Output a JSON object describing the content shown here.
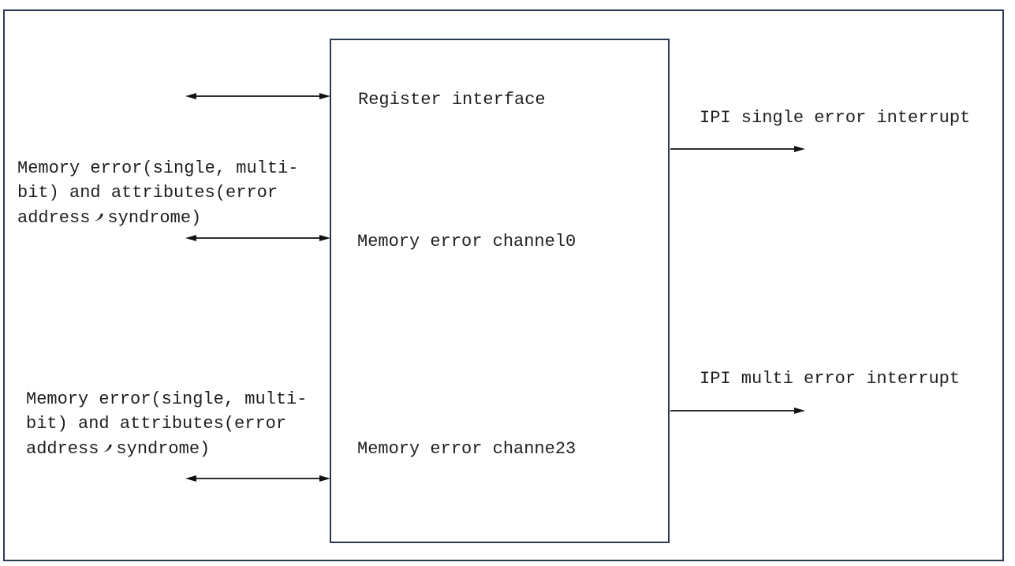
{
  "colors": {
    "border": "#2b3a52",
    "text": "#1f1f1f",
    "arrow": "#111111",
    "background": "#ffffff"
  },
  "main_box": {
    "labels": {
      "register_interface": "Register interface",
      "memory_error_channel0": "Memory error channel0",
      "memory_error_channe23": "Memory error channe23"
    }
  },
  "left_notes": [
    {
      "full_text": "Memory error(single, multi-bit) and attributes(error address、syndrome)",
      "line1": "Memory error(single, multi-",
      "line2": "bit) and attributes(error",
      "line3_a": "address",
      "line3_comma": "、",
      "line3_b": "syndrome)"
    },
    {
      "full_text": "Memory error(single, multi-bit) and attributes(error address、syndrome)",
      "line1": "Memory error(single, multi-",
      "line2": "bit) and attributes(error",
      "line3_a": "address",
      "line3_comma": "、",
      "line3_b": "syndrome)"
    }
  ],
  "right_labels": {
    "ipi_single": "IPI single error interrupt",
    "ipi_multi": "IPI multi error interrupt"
  }
}
